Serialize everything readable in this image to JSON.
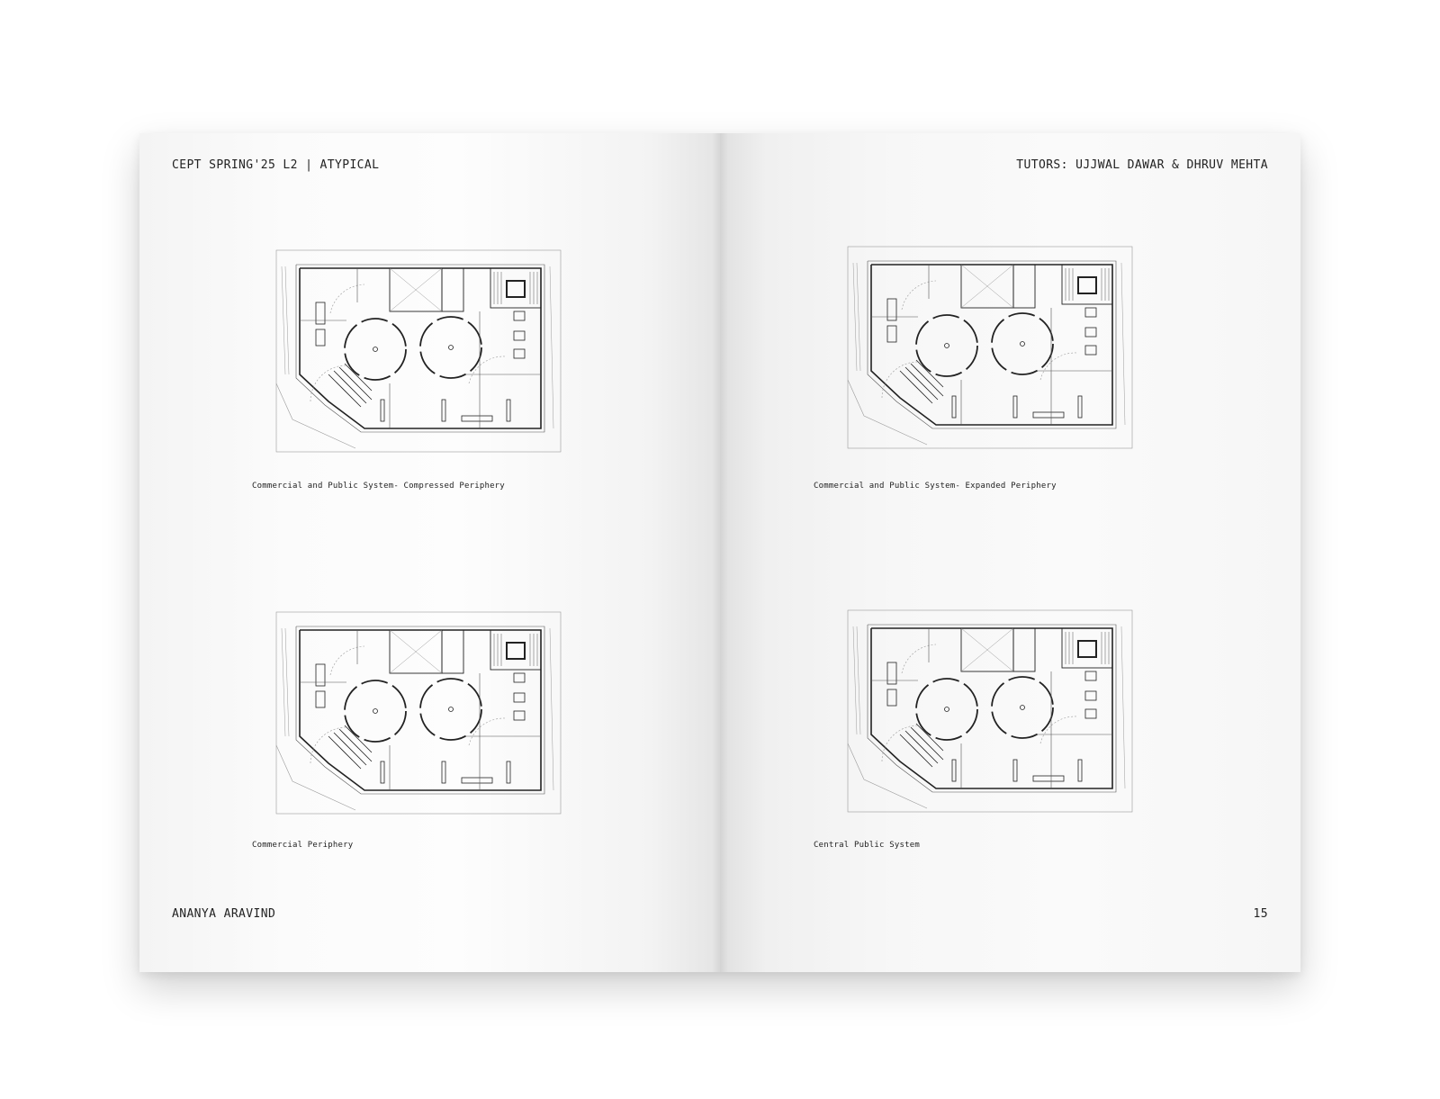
{
  "left_page": {
    "header": "CEPT SPRING'25 L2 | ATYPICAL",
    "footer": "ANANYA ARAVIND",
    "captions": [
      "Commercial and Public System- Compressed Periphery",
      "Commercial Periphery"
    ]
  },
  "right_page": {
    "header": "TUTORS: UJJWAL DAWAR & DHRUV MEHTA",
    "page_number": "15",
    "captions": [
      "Commercial and Public System- Expanded Periphery",
      "Central Public System"
    ]
  },
  "colors": {
    "ink": "#222222",
    "line": "#555555",
    "faint": "#9a9a9a"
  }
}
